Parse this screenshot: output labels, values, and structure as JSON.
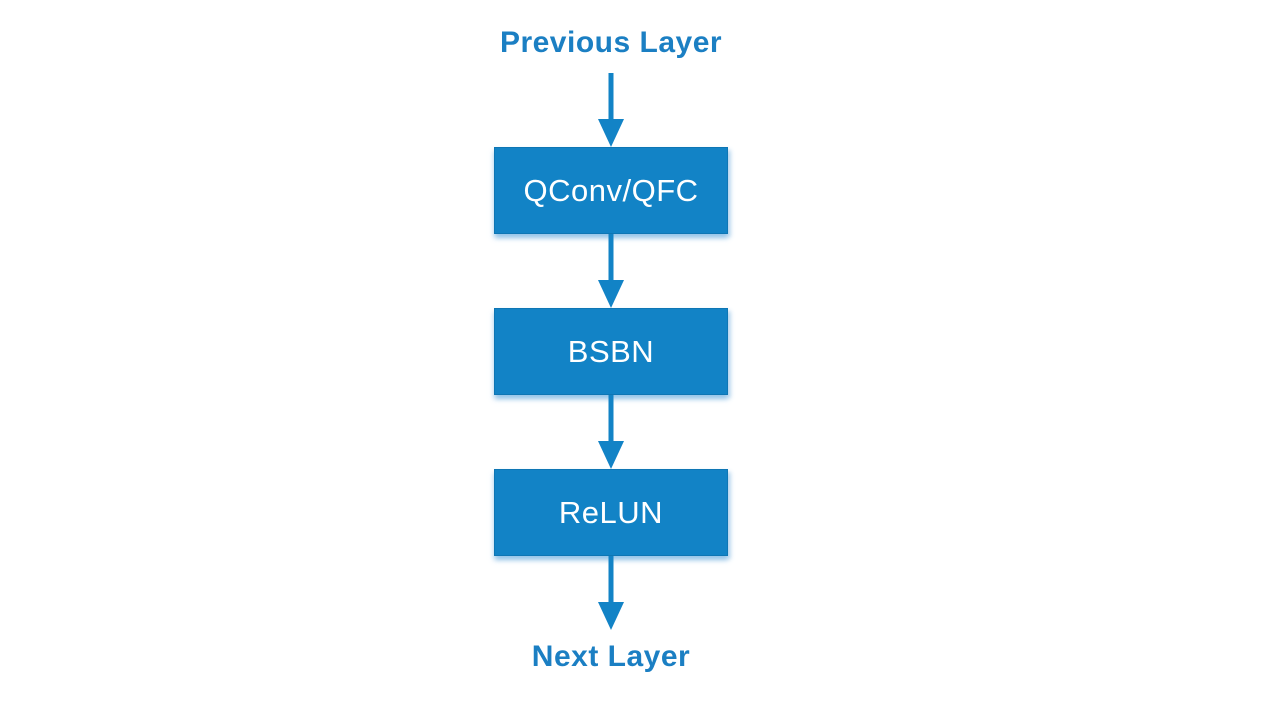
{
  "diagram": {
    "top_label": "Previous Layer",
    "bottom_label": "Next Layer",
    "nodes": [
      {
        "label": "QConv/QFC"
      },
      {
        "label": "BSBN"
      },
      {
        "label": "ReLUN"
      }
    ],
    "colors": {
      "box_fill": "#1283c6",
      "box_border": "#0e76b4",
      "box_text": "#ffffff",
      "arrow": "#1283c6",
      "label_text": "#1b7fc3",
      "background": "#ffffff"
    }
  }
}
